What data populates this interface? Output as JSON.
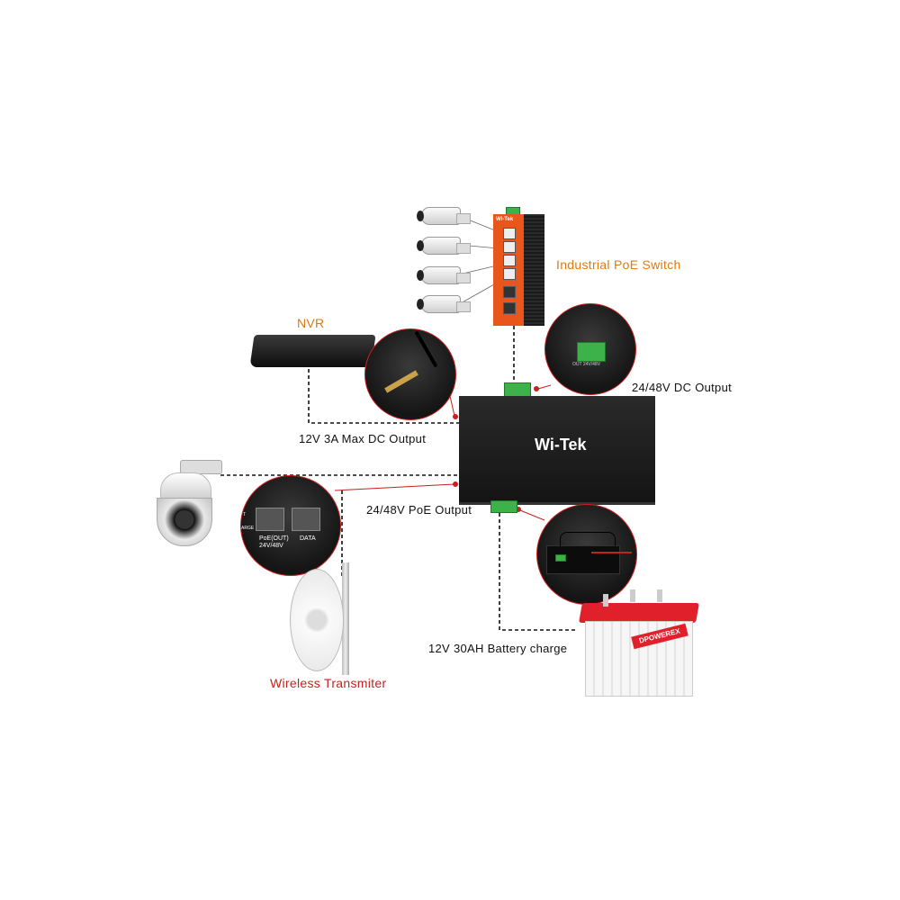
{
  "labels": {
    "switch": "Industrial PoE Switch",
    "nvr": "NVR",
    "dc12": "12V 3A Max DC Output",
    "dc2448": "24/48V DC Output",
    "poe": "24/48V PoE Output",
    "battery": "12V 30AH Battery charge",
    "wireless": "Wireless Transmiter"
  },
  "device": {
    "brand": "Wi-Tek",
    "switch_brand": "Wi-Tek"
  },
  "poe_zoom": {
    "port1": "PoE(OUT)",
    "port1_sub": "24V/48V",
    "port2": "DATA",
    "side1": "T",
    "side2": "ARGE"
  },
  "dc_zoom": {
    "connector_label": "OUT 24V/48V"
  },
  "battery_brand": "DPOWEREX",
  "colors": {
    "accent_orange": "#e07a10",
    "accent_red": "#c8201e",
    "device": "#1a1a1a"
  }
}
